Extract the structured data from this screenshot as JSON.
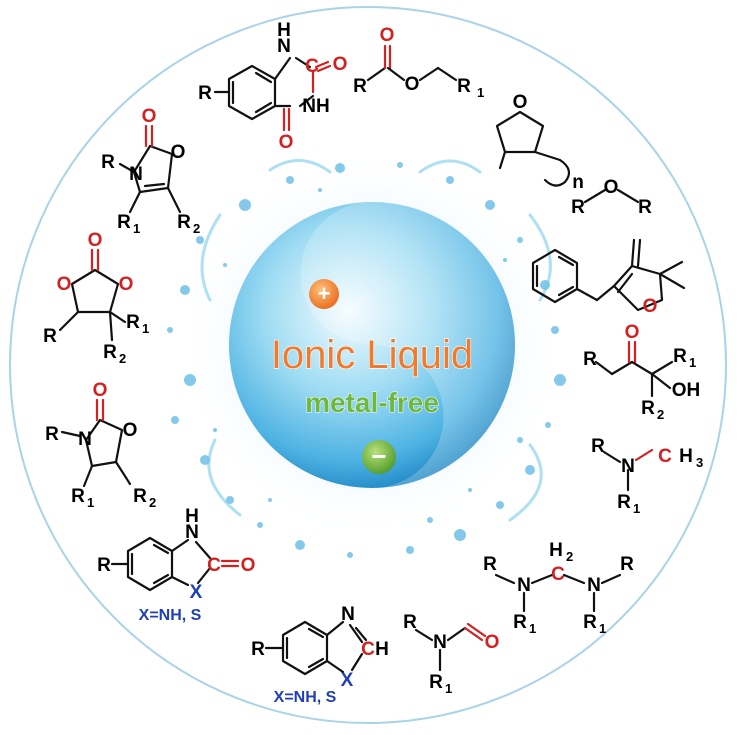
{
  "colors": {
    "ring": "#9fcfe6",
    "carbon_red": "#d42020",
    "hetero_blue": "#1f3fb8",
    "title_orange": "#f07a2e",
    "subtitle_green": "#5fae3c",
    "orb_light": "#eaf8fd",
    "orb_mid": "#6cc6ea",
    "orb_dark": "#1f86c4"
  },
  "center": {
    "title": "Ionic Liquid",
    "subtitle": "metal-free",
    "cation_symbol": "+",
    "anion_symbol": "−",
    "cation_icon": "plus-circle-icon",
    "anion_icon": "minus-circle-icon"
  },
  "footnotes": {
    "benzimidazolone": "X=NH, S",
    "benzimidazole": "X=NH, S"
  },
  "labels": {
    "R": "R",
    "R1": "R",
    "R2": "R",
    "sub1": "1",
    "sub2": "2",
    "N": "N",
    "NH": "NH",
    "H": "H",
    "O": "O",
    "C": "C",
    "X": "X",
    "n": "n",
    "OH": "OH",
    "CH3": "CH",
    "sub3": "3",
    "H2": "H",
    "CH": "CH"
  }
}
